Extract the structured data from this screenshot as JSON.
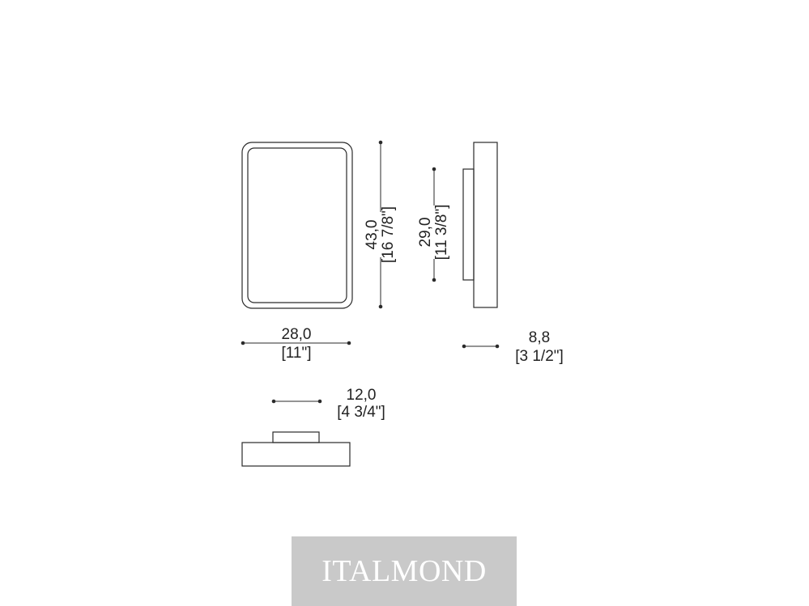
{
  "dimensions": {
    "height_front": {
      "metric": "43,0",
      "imperial": "[16 7/8\"]"
    },
    "height_inner": {
      "metric": "29,0",
      "imperial": "[11 3/8\"]"
    },
    "width": {
      "metric": "28,0",
      "imperial": "[11\"]"
    },
    "depth": {
      "metric": "8,8",
      "imperial": "[3 1/2\"]"
    },
    "inset": {
      "metric": "12,0",
      "imperial": "[4 3/4\"]"
    }
  },
  "brand": {
    "name": "ITALMOND",
    "background": "#c9c9c9",
    "color": "#ffffff"
  }
}
